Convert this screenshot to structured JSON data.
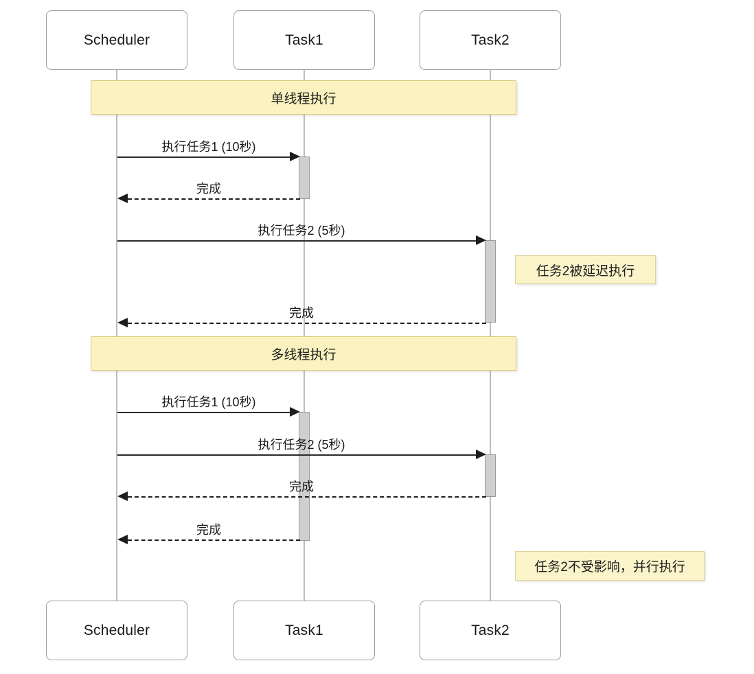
{
  "diagram": {
    "type": "sequence-diagram",
    "title": "Scheduler task execution sequence",
    "colors": {
      "note_fill": "#faf2c0",
      "note_border": "#d8cb7a",
      "lifeline": "#bdbdbd",
      "activation_fill": "#cfcfcf",
      "activation_border": "#9a9a9a",
      "box_border": "#9e9e9e",
      "arrow": "#1d1d1d",
      "background": "#ffffff"
    }
  },
  "participants": [
    {
      "id": "scheduler",
      "label": "Scheduler"
    },
    {
      "id": "task1",
      "label": "Task1"
    },
    {
      "id": "task2",
      "label": "Task2"
    }
  ],
  "participants_bottom": [
    {
      "id": "scheduler-bottom",
      "label": "Scheduler"
    },
    {
      "id": "task1-bottom",
      "label": "Task1"
    },
    {
      "id": "task2-bottom",
      "label": "Task2"
    }
  ],
  "sections": [
    {
      "id": "single-thread",
      "label": "单线程执行"
    },
    {
      "id": "multi-thread",
      "label": "多线程执行"
    }
  ],
  "messages": [
    {
      "id": "m1",
      "label": "执行任务1 (10秒)",
      "from": "scheduler",
      "to": "task1",
      "style": "solid",
      "direction": "right"
    },
    {
      "id": "m2",
      "label": "完成",
      "from": "task1",
      "to": "scheduler",
      "style": "dashed",
      "direction": "left"
    },
    {
      "id": "m3",
      "label": "执行任务2 (5秒)",
      "from": "scheduler",
      "to": "task2",
      "style": "solid",
      "direction": "right"
    },
    {
      "id": "m4",
      "label": "完成",
      "from": "task2",
      "to": "scheduler",
      "style": "dashed",
      "direction": "left"
    },
    {
      "id": "m5",
      "label": "执行任务1 (10秒)",
      "from": "scheduler",
      "to": "task1",
      "style": "solid",
      "direction": "right"
    },
    {
      "id": "m6",
      "label": "执行任务2 (5秒)",
      "from": "scheduler",
      "to": "task2",
      "style": "solid",
      "direction": "right"
    },
    {
      "id": "m7",
      "label": "完成",
      "from": "task2",
      "to": "scheduler",
      "style": "dashed",
      "direction": "left"
    },
    {
      "id": "m8",
      "label": "完成",
      "from": "task1",
      "to": "scheduler",
      "style": "dashed",
      "direction": "left"
    }
  ],
  "notes": [
    {
      "id": "note-delayed",
      "label": "任务2被延迟执行"
    },
    {
      "id": "note-parallel",
      "label": "任务2不受影响，并行执行"
    }
  ]
}
